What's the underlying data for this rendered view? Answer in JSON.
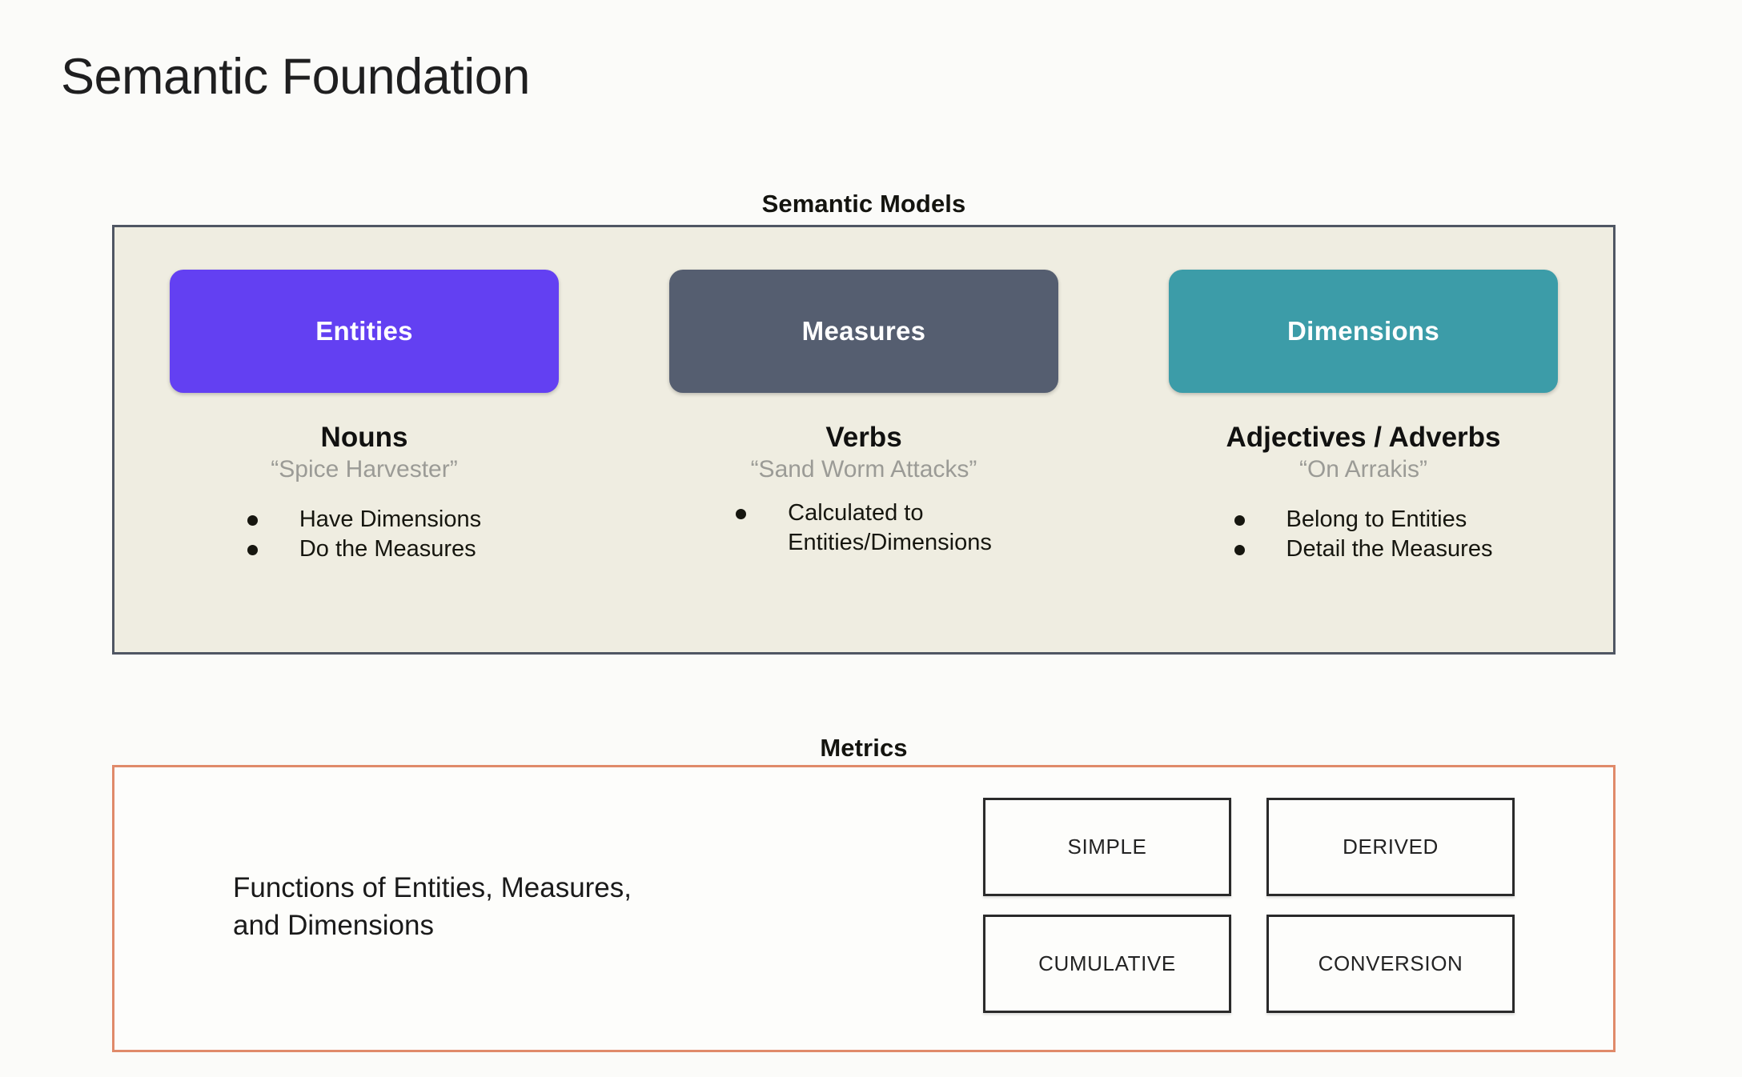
{
  "page": {
    "title": "Semantic Foundation",
    "background_color": "#fbfbf9"
  },
  "semantic_models": {
    "caption": "Semantic Models",
    "panel_background": "#efedE1",
    "panel_border_color": "#4f5663",
    "columns": [
      {
        "chip_label": "Entities",
        "chip_color": "#6340F2",
        "part_of_speech": "Nouns",
        "example": "“Spice Harvester”",
        "bullets": [
          "Have Dimensions",
          "Do the Measures"
        ]
      },
      {
        "chip_label": "Measures",
        "chip_color": "#555E70",
        "part_of_speech": "Verbs",
        "example": "“Sand Worm Attacks”",
        "bullets": [
          "Calculated to\nEntities/Dimensions"
        ]
      },
      {
        "chip_label": "Dimensions",
        "chip_color": "#3C9CA8",
        "part_of_speech": "Adjectives / Adverbs",
        "example": "“On Arrakis”",
        "bullets": [
          "Belong to Entities",
          "Detail the Measures"
        ]
      }
    ]
  },
  "metrics": {
    "caption": "Metrics",
    "panel_border_color": "#e08a6a",
    "description": "Functions of Entities, Measures,\nand Dimensions",
    "types": [
      "SIMPLE",
      "DERIVED",
      "CUMULATIVE",
      "CONVERSION"
    ]
  }
}
